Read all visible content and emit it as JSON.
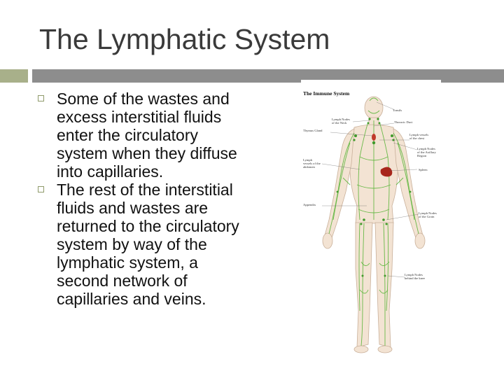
{
  "slide": {
    "title": "The Lymphatic System",
    "colors": {
      "accent_left": "#a8b08a",
      "accent_right": "#8d8d8d",
      "bullet_marker": "#8f9a6a",
      "lymph_green": "#5bb53a",
      "spleen_red": "#a8261b"
    },
    "bullets": [
      "Some of the wastes and excess interstitial fluids enter the circulatory system when they diffuse into capillaries.",
      "The rest of the interstitial fluids and wastes are returned to the circulatory system by way of the lymphatic system, a second network of capillaries and veins."
    ]
  },
  "figure": {
    "title": "The Immune System",
    "labels": {
      "tonsils": "Tonsils",
      "nodes_neck_1": "Lymph Nodes",
      "nodes_neck_2": "of the Neck",
      "thoracic_duct": "Thoracic Duct",
      "thymus": "Thymus Gland",
      "vessels_chest_1": "Lymph vessels",
      "vessels_chest_2": "of the chest",
      "nodes_axillary_1": "Lymph Nodes",
      "nodes_axillary_2": "of the Axillary",
      "nodes_axillary_3": "Region",
      "vessels_abdomen_1": "Lymph",
      "vessels_abdomen_2": "vessels of the",
      "vessels_abdomen_3": "abdomen",
      "spleen": "Spleen",
      "appendix": "Appendix",
      "nodes_groin_1": "Lymph Nodes",
      "nodes_groin_2": "of the Groin",
      "nodes_knee_1": "Lymph Nodes",
      "nodes_knee_2": "behind the knee"
    }
  }
}
